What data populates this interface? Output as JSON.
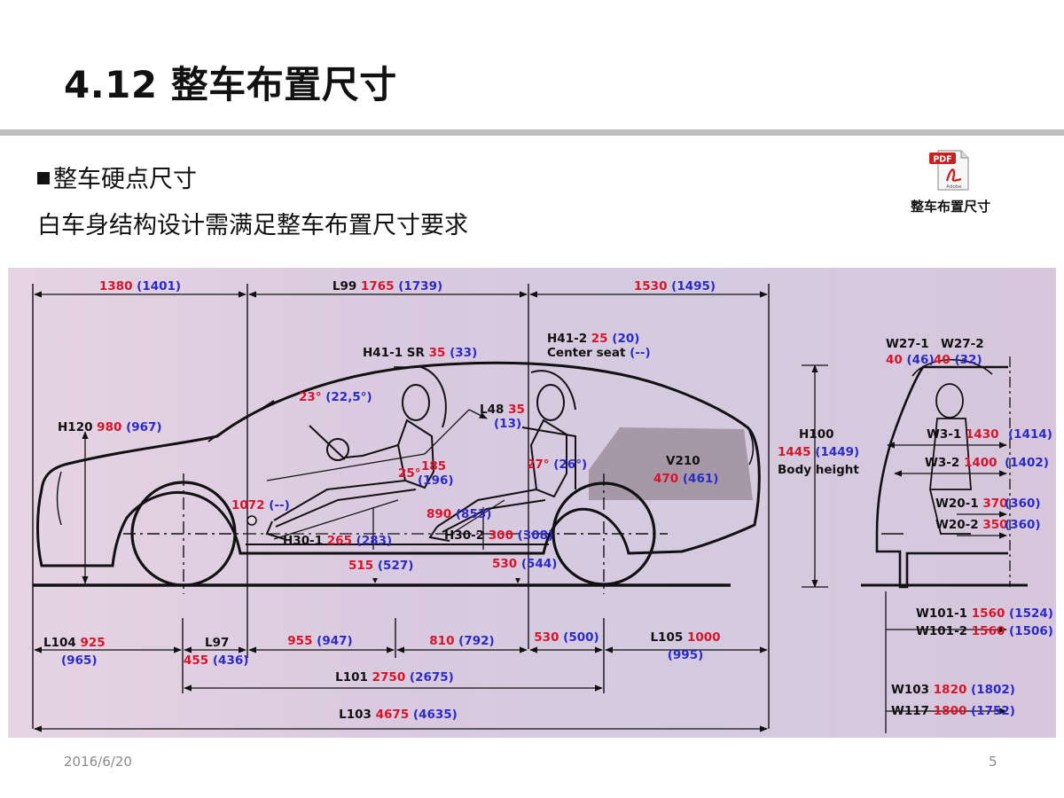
{
  "slide": {
    "title": "4.12 整车布置尺寸",
    "section_heading": "整车硬点尺寸",
    "subtitle": "白车身结构设计需满足整车布置尺寸要求",
    "attachment": {
      "badge": "PDF",
      "brand": "Adobe",
      "label": "整车布置尺寸",
      "icon": "pdf-file-icon"
    },
    "footer": {
      "date": "2016/6/20",
      "page_number": "5"
    }
  },
  "colors": {
    "black": "#111111",
    "red": "#d8142a",
    "blue": "#2a2ac8",
    "rule": "#bdbdbd",
    "footer": "#8a8a8a"
  },
  "drawing": {
    "top_dims": [
      {
        "id": "front-overhang-top",
        "parts": [
          [
            "1380",
            "red"
          ],
          [
            "(1401)",
            "blue"
          ]
        ]
      },
      {
        "id": "l99",
        "parts": [
          [
            "L99",
            "black"
          ],
          [
            "1765",
            "red"
          ],
          [
            "(1739)",
            "blue"
          ]
        ]
      },
      {
        "id": "rear-top",
        "parts": [
          [
            "1530",
            "red"
          ],
          [
            "(1495)",
            "blue"
          ]
        ]
      }
    ],
    "callouts": {
      "h41_1": [
        [
          "H41-1 SR",
          "black"
        ],
        [
          "35",
          "red"
        ],
        [
          "(33)",
          "blue"
        ]
      ],
      "h41_2": [
        [
          "H41-2",
          "black"
        ],
        [
          "25",
          "red"
        ],
        [
          "(20)",
          "blue"
        ]
      ],
      "center_seat": [
        [
          "Center seat",
          "black"
        ],
        [
          "(--)",
          "blue"
        ]
      ],
      "angle_23": [
        [
          "23°",
          "red"
        ],
        [
          "(22,5°)",
          "blue"
        ]
      ],
      "l48_a": [
        [
          "L48",
          "black"
        ],
        [
          "35",
          "red"
        ]
      ],
      "l48_b": [
        [
          "(13)",
          "blue"
        ]
      ],
      "h120": [
        [
          "H120",
          "black"
        ],
        [
          "980",
          "red"
        ],
        [
          "(967)",
          "blue"
        ]
      ],
      "angle_25": [
        [
          "25°",
          "red"
        ]
      ],
      "v185": [
        [
          "185",
          "red"
        ]
      ],
      "v196": [
        [
          "(196)",
          "blue"
        ]
      ],
      "angle_27": [
        [
          "27°",
          "red"
        ],
        [
          "(26°)",
          "blue"
        ]
      ],
      "v1072": [
        [
          "1072",
          "red"
        ],
        [
          "(--)",
          "blue"
        ]
      ],
      "h30_1": [
        [
          "H30-1",
          "black"
        ],
        [
          "265",
          "red"
        ],
        [
          "(283)",
          "blue"
        ]
      ],
      "v890": [
        [
          "890",
          "red"
        ],
        [
          "(853)",
          "blue"
        ]
      ],
      "h30_2": [
        [
          "H30-2",
          "black"
        ],
        [
          "300",
          "red"
        ],
        [
          "(308)",
          "blue"
        ]
      ],
      "v515": [
        [
          "515",
          "red"
        ],
        [
          "(527)",
          "blue"
        ]
      ],
      "v530b": [
        [
          "530",
          "red"
        ],
        [
          "(544)",
          "blue"
        ]
      ],
      "v210a": [
        [
          "V210",
          "black"
        ]
      ],
      "v210b": [
        [
          "470",
          "red"
        ],
        [
          "(461)",
          "blue"
        ]
      ],
      "h100a": [
        [
          "H100",
          "black"
        ]
      ],
      "h100b": [
        [
          "1445",
          "red"
        ],
        [
          "(1449)",
          "blue"
        ]
      ],
      "h100c": [
        [
          "Body height",
          "black"
        ]
      ]
    },
    "side_view": {
      "w27_1a": [
        [
          "W27-1",
          "black"
        ]
      ],
      "w27_1b": [
        [
          "40",
          "red"
        ],
        [
          "(46)",
          "blue"
        ]
      ],
      "w27_2a": [
        [
          "W27-2",
          "black"
        ]
      ],
      "w27_2b": [
        [
          "40",
          "red"
        ],
        [
          "(32)",
          "blue"
        ]
      ],
      "w3_1": [
        [
          "W3-1",
          "black"
        ],
        [
          "1430",
          "red"
        ]
      ],
      "w3_1v": [
        [
          "(1414)",
          "blue"
        ]
      ],
      "w3_2": [
        [
          "W3-2",
          "black"
        ],
        [
          "1400",
          "red"
        ]
      ],
      "w3_2v": [
        [
          "(1402)",
          "blue"
        ]
      ],
      "w20_1": [
        [
          "W20-1",
          "black"
        ],
        [
          "370",
          "red"
        ]
      ],
      "w20_1v": [
        [
          "(360)",
          "blue"
        ]
      ],
      "w20_2": [
        [
          "W20-2",
          "black"
        ],
        [
          "350",
          "red"
        ]
      ],
      "w20_2v": [
        [
          "(360)",
          "blue"
        ]
      ],
      "w101_1": [
        [
          "W101-1",
          "black"
        ],
        [
          "1560",
          "red"
        ],
        [
          "(1524)",
          "blue"
        ]
      ],
      "w101_2": [
        [
          "W101-2",
          "black"
        ],
        [
          "1560",
          "red"
        ],
        [
          "(1506)",
          "blue"
        ]
      ],
      "w103": [
        [
          "W103",
          "black"
        ],
        [
          "1820",
          "red"
        ],
        [
          "(1802)",
          "blue"
        ]
      ],
      "w117": [
        [
          "W117",
          "black"
        ],
        [
          "1800",
          "red"
        ],
        [
          "(1752)",
          "blue"
        ]
      ]
    },
    "bottom_dims": {
      "l104a": [
        [
          "L104",
          "black"
        ],
        [
          "925",
          "red"
        ]
      ],
      "l104b": [
        [
          "(965)",
          "blue"
        ]
      ],
      "l97a": [
        [
          "L97",
          "black"
        ]
      ],
      "l97b": [
        [
          "455",
          "red"
        ],
        [
          "(436)",
          "blue"
        ]
      ],
      "v955": [
        [
          "955",
          "red"
        ],
        [
          "(947)",
          "blue"
        ]
      ],
      "v810": [
        [
          "810",
          "red"
        ],
        [
          "(792)",
          "blue"
        ]
      ],
      "v530": [
        [
          "530",
          "red"
        ],
        [
          "(500)",
          "blue"
        ]
      ],
      "l105a": [
        [
          "L105",
          "black"
        ],
        [
          "1000",
          "red"
        ]
      ],
      "l105b": [
        [
          "(995)",
          "blue"
        ]
      ],
      "l101": [
        [
          "L101",
          "black"
        ],
        [
          "2750",
          "red"
        ],
        [
          "(2675)",
          "blue"
        ]
      ],
      "l103": [
        [
          "L103",
          "black"
        ],
        [
          "4675",
          "red"
        ],
        [
          "(4635)",
          "blue"
        ]
      ]
    }
  }
}
